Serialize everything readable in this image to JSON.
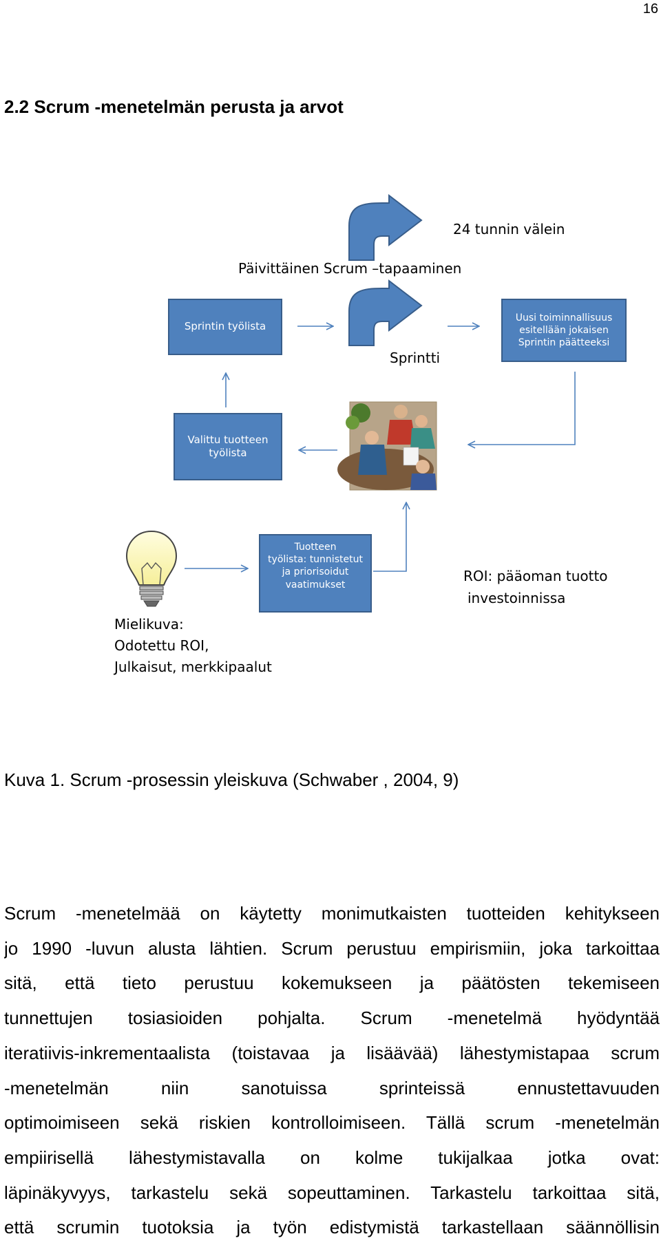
{
  "page": {
    "number": "16"
  },
  "section": {
    "heading": "2.2 Scrum -menetelmän perusta ja arvot"
  },
  "diagram": {
    "labels": {
      "every_24h": "24 tunnin välein",
      "daily_meeting": "Päivittäinen Scrum –tapaaminen",
      "sprint": "Sprintti",
      "roi_line1": "ROI: pääoman tuotto",
      "roi_line2": "investoinnissa",
      "vision_line1": "Mielikuva:",
      "vision_line2": "Odotettu ROI,",
      "vision_line3": "Julkaisut, merkkipaalut"
    },
    "boxes": {
      "sprint_backlog": "Sprintin työlista",
      "new_functionality_1": "Uusi toiminnallisuus",
      "new_functionality_2": "esitellään jokaisen",
      "new_functionality_3": "Sprintin päätteeksi",
      "selected_backlog_1": "Valittu tuotteen",
      "selected_backlog_2": "työlista",
      "product_backlog_1": "Tuotteen",
      "product_backlog_2": "työlista: tunnistetut",
      "product_backlog_3": "ja priorisoidut",
      "product_backlog_4": "vaatimukset"
    },
    "icons": {
      "cycle": "curved-arrow-icon",
      "vision": "lightbulb-icon",
      "meeting": "team-meeting-icon"
    },
    "colors": {
      "box_fill": "#4f81bd",
      "box_border": "#385d8a",
      "arrow": "#4f81bd"
    }
  },
  "caption": "Kuva 1. Scrum -prosessin yleiskuva (Schwaber , 2004, 9)",
  "body": {
    "lines": [
      "Scrum -menetelmää on käytetty monimutkaisten tuotteiden kehitykseen",
      "jo 1990 -luvun alusta lähtien. Scrum perustuu empirismiin, joka tarkoittaa",
      "sitä, että tieto perustuu kokemukseen ja päätösten tekemiseen",
      "tunnettujen tosiasioiden pohjalta. Scrum -menetelmä hyödyntää",
      "iteratiivis-inkrementaalista (toistavaa ja lisäävää) lähestymistapaa scrum",
      "-menetelmän niin sanotuissa sprinteissä ennustettavuuden",
      "optimoimiseen sekä riskien kontrolloimiseen. Tällä scrum -menetelmän",
      "empiirisellä lähestymistavalla on kolme tukijalkaa jotka ovat:",
      "läpinäkyvyys, tarkastelu sekä sopeuttaminen. Tarkastelu tarkoittaa sitä,",
      "että scrumin tuotoksia ja työn edistymistä tarkastellaan säännöllisin"
    ]
  }
}
